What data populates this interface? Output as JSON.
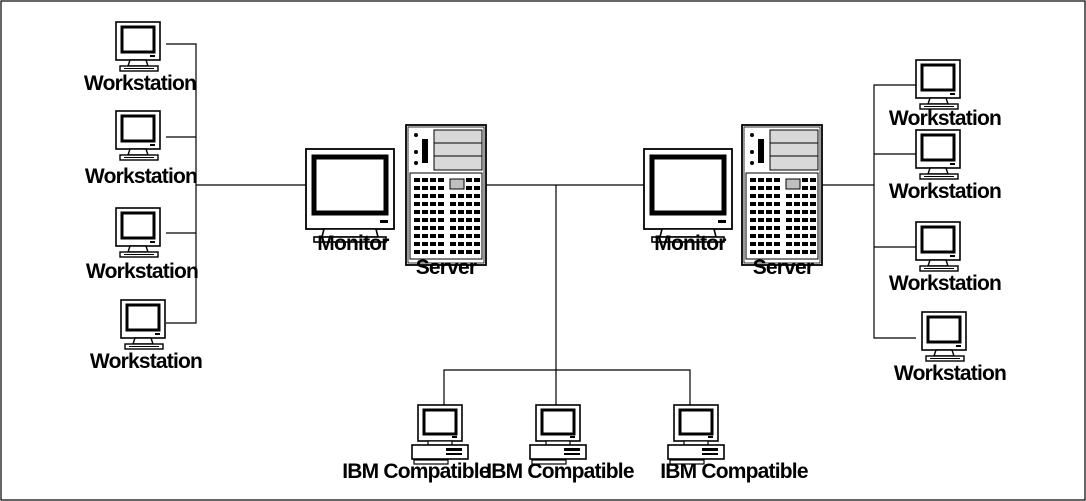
{
  "labels": {
    "workstation": "Workstation",
    "monitor": "Monitor",
    "server": "Server",
    "ibm_compatible": "IBM Compatible"
  },
  "nodes": {
    "left_workstations": [
      "Workstation",
      "Workstation",
      "Workstation",
      "Workstation"
    ],
    "left_monitor": "Monitor",
    "left_server": "Server",
    "ibm_compatibles": [
      "IBM Compatible",
      "IBM Compatible",
      "IBM Compatible"
    ],
    "right_monitor": "Monitor",
    "right_server": "Server",
    "right_workstations": [
      "Workstation",
      "Workstation",
      "Workstation",
      "Workstation"
    ]
  }
}
